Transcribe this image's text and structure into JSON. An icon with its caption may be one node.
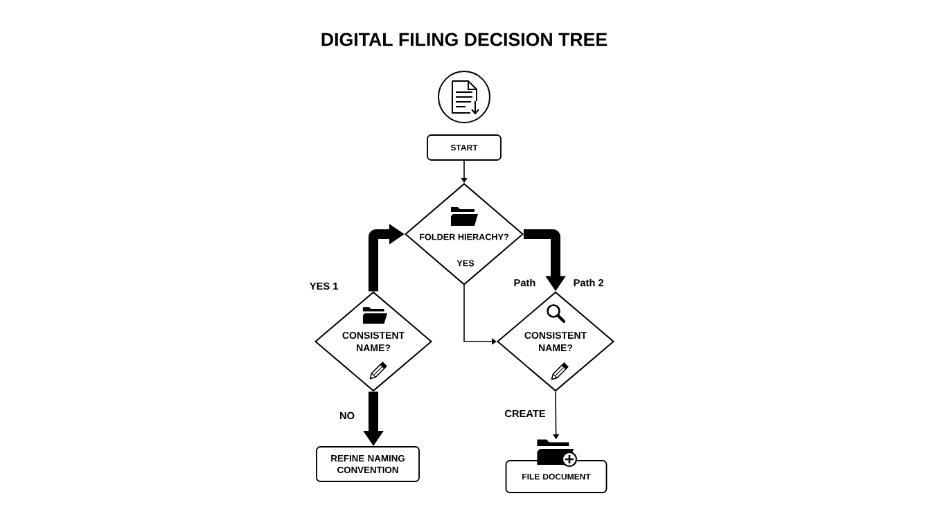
{
  "diagram": {
    "title": "DIGITAL FILING DECISION TREE",
    "nodes": [
      {
        "text": [
          "START"
        ]
      },
      {
        "text": [
          "FOLDER HIERACHY?",
          "YES"
        ]
      },
      {
        "text": [
          "CONSISTENT NAME?"
        ]
      },
      {
        "text": [
          "CONSISTENT NAME?"
        ]
      },
      {
        "text": [
          "REFINE NAMING CONVENTION"
        ]
      },
      {
        "text": [
          "FILE DOCUMENT"
        ]
      }
    ],
    "edges": [
      {
        "from": 0,
        "to": 1,
        "arrow": "to"
      },
      {
        "from": 2,
        "to": 1,
        "arrow": "to",
        "style": "thick",
        "label": "YES 1"
      },
      {
        "from": 1,
        "to": 3,
        "arrow": "to",
        "style": "thick",
        "label": "Path 2"
      },
      {
        "from": 1,
        "to": 3,
        "arrow": "to"
      },
      {
        "from": 2,
        "to": 4,
        "arrow": "to",
        "style": "thick",
        "label": "NO"
      },
      {
        "from": 3,
        "to": 5,
        "arrow": "to",
        "label": "CREATE"
      }
    ],
    "labels": [
      "Path"
    ]
  }
}
